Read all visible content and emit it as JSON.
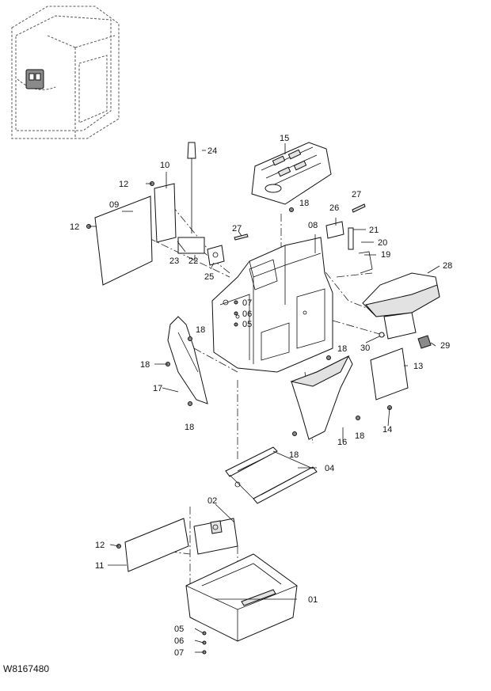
{
  "drawing_id": "W8167480",
  "callouts": [
    "01",
    "02",
    "04",
    "05",
    "06",
    "07",
    "08",
    "09",
    "10",
    "11",
    "12",
    "13",
    "14",
    "15",
    "16",
    "17",
    "18",
    "19",
    "20",
    "21",
    "22",
    "23",
    "24",
    "25",
    "26",
    "27",
    "28",
    "29",
    "30"
  ]
}
